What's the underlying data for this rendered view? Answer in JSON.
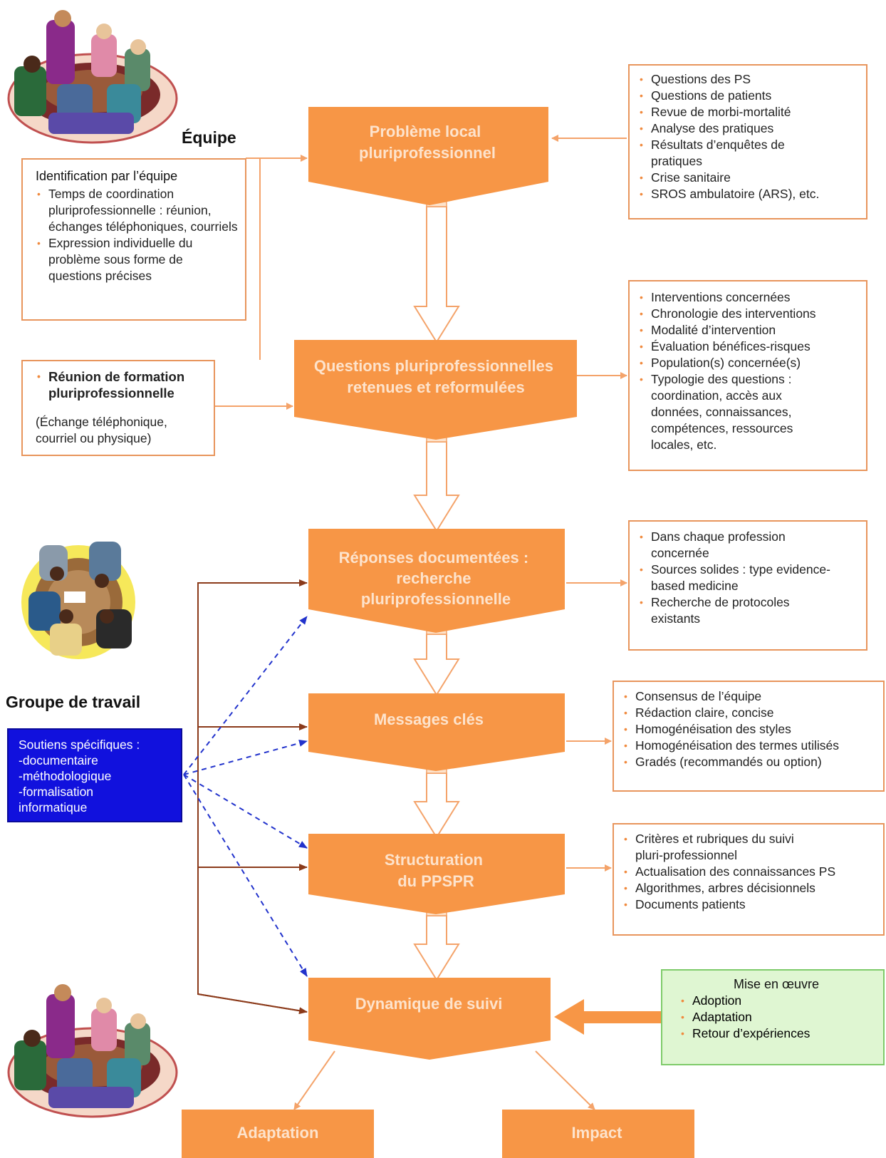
{
  "labels": {
    "team": "Équipe",
    "work_group": "Groupe de travail"
  },
  "flow_steps": [
    {
      "id": "probleme",
      "lines": [
        "Problème local",
        "pluriprofessionnel"
      ]
    },
    {
      "id": "questions",
      "lines": [
        "Questions pluriprofessionnelles",
        "retenues et reformulées"
      ]
    },
    {
      "id": "reponses",
      "lines": [
        "Réponses documentées :",
        "recherche",
        "pluriprofessionnelle"
      ]
    },
    {
      "id": "messages",
      "lines": [
        "Messages clés"
      ]
    },
    {
      "id": "structuration",
      "lines": [
        "Structuration",
        "du PPSPR"
      ]
    },
    {
      "id": "dynamique",
      "lines": [
        "Dynamique de suivi"
      ]
    },
    {
      "id": "adaptation",
      "lines": [
        "Adaptation"
      ]
    },
    {
      "id": "impact",
      "lines": [
        "Impact"
      ]
    }
  ],
  "left_boxes": {
    "identification": {
      "heading": "Identification par l’équipe",
      "items": [
        "Temps de coordination pluriprofessionnelle : réunion, échanges téléphoniques, courriels",
        "Expression individuelle du problème sous forme de questions précises"
      ]
    },
    "reunion": {
      "items": [
        "Réunion de formation pluriprofessionnelle"
      ],
      "note": "(Échange téléphonique, courriel ou physique)"
    },
    "soutiens": {
      "lines": [
        "Soutiens spécifiques :",
        "-documentaire",
        "-méthodologique",
        "-formalisation",
        "informatique"
      ]
    }
  },
  "right_boxes": {
    "sources": {
      "items": [
        "Questions des PS",
        "Questions de patients",
        "Revue de morbi-mortalité",
        "Analyse des pratiques",
        "Résultats d’enquêtes de pratiques",
        "Crise sanitaire",
        "SROS ambulatoire (ARS), etc."
      ]
    },
    "questions_detail": {
      "items": [
        "Interventions concernées",
        "Chronologie des interventions",
        "Modalité d’intervention",
        "Évaluation bénéfices-risques",
        "Population(s) concernée(s)",
        "Typologie des questions : coordination, accès aux données, connaissances, compétences, ressources locales, etc."
      ]
    },
    "reponses_detail": {
      "items": [
        "Dans chaque profession concernée",
        "Sources solides : type evidence-based medicine",
        "Recherche de protocoles existants"
      ]
    },
    "messages_detail": {
      "items": [
        "Consensus de l’équipe",
        "Rédaction claire, concise",
        "Homogénéisation des styles",
        "Homogénéisation des termes utilisés",
        "Gradés (recommandés ou option)"
      ]
    },
    "structuration_detail": {
      "items": [
        "Critères et rubriques du suivi pluri-professionnel",
        "Actualisation des connaissances PS",
        "Algorithmes, arbres décisionnels",
        "Documents patients"
      ]
    },
    "mise_en_oeuvre": {
      "heading": "Mise en œuvre",
      "items": [
        "Adoption",
        "Adaptation",
        "Retour d’expériences"
      ]
    }
  },
  "colors": {
    "flow_fill": "#f79646",
    "flow_text": "#fde3cc",
    "box_border": "#e8955c",
    "bullet": "#f08a3e",
    "support_blue": "#1111dd",
    "dashed_blue": "#2233cc",
    "brown_arrow": "#8b3a1a",
    "green_fill": "#dff6d2"
  },
  "icons": [
    "team-meeting-icon",
    "work-group-icon",
    "team-meeting-icon"
  ]
}
